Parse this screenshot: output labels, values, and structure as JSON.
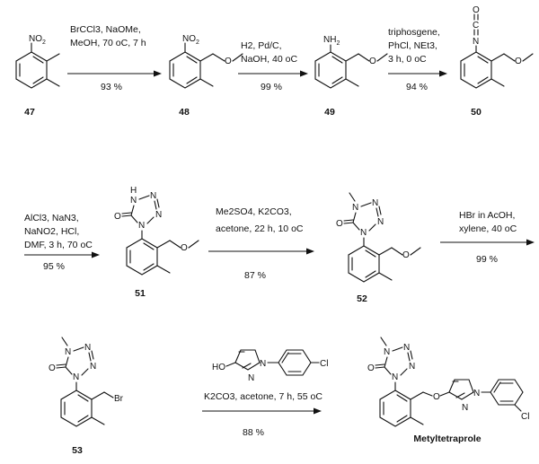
{
  "compounds": {
    "c47": {
      "label": "47"
    },
    "c48": {
      "label": "48"
    },
    "c49": {
      "label": "49"
    },
    "c50": {
      "label": "50"
    },
    "c51": {
      "label": "51"
    },
    "c52": {
      "label": "52"
    },
    "c53": {
      "label": "53"
    },
    "final": {
      "label": "Metyltetraprole"
    }
  },
  "steps": [
    {
      "conditions": [
        "BrCCl3, NaOMe,",
        "MeOH, 70 oC, 7 h"
      ],
      "yield": "93 %"
    },
    {
      "conditions": [
        "H2, Pd/C,",
        "NaOH, 40 oC"
      ],
      "yield": "99 %"
    },
    {
      "conditions": [
        "triphosgene,",
        "PhCl, NEt3,",
        "3 h, 0 oC"
      ],
      "yield": "94 %"
    },
    {
      "conditions": [
        "AlCl3, NaN3,",
        "NaNO2, HCl,",
        "DMF, 3 h, 70 oC"
      ],
      "yield": "95 %"
    },
    {
      "conditions": [
        "Me2SO4, K2CO3,",
        "acetone, 22 h, 10 oC"
      ],
      "yield": "87 %"
    },
    {
      "conditions": [
        "HBr in AcOH,",
        "xylene, 40 oC"
      ],
      "yield": "99 %"
    },
    {
      "conditions": [
        "K2CO3, acetone, 7 h, 55 oC"
      ],
      "yield": "88 %"
    }
  ],
  "reagent": {
    "hydroxy": "HO",
    "chloro": "Cl"
  },
  "atoms": {
    "nitro": "NO",
    "nitro_sub": "2",
    "amine": "NH",
    "amine_sub": "2",
    "iso_o": "O",
    "iso_c": "C",
    "iso_n": "N",
    "n": "N",
    "nh": "H",
    "o": "O",
    "br": "Br"
  }
}
